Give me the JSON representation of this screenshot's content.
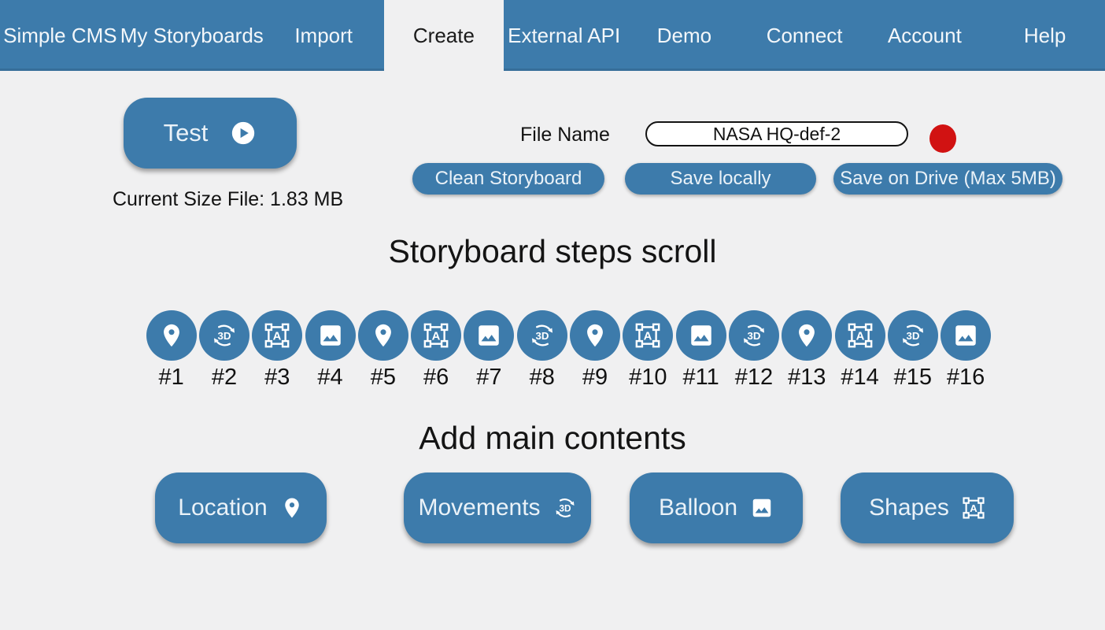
{
  "nav": {
    "items": [
      {
        "label": "Simple CMS",
        "active": false
      },
      {
        "label": "My Storyboards",
        "active": false
      },
      {
        "label": "Import",
        "active": false
      },
      {
        "label": "Create",
        "active": true
      },
      {
        "label": "External API",
        "active": false
      },
      {
        "label": "Demo",
        "active": false
      },
      {
        "label": "Connect",
        "active": false
      },
      {
        "label": "Account",
        "active": false
      },
      {
        "label": "Help",
        "active": false
      }
    ]
  },
  "toolbar": {
    "test_label": "Test",
    "test_icon": "play-circle-icon",
    "current_size_text": "Current Size File:  1.83 MB",
    "file_name_label": "File Name",
    "file_name_value": "NASA HQ-def-2",
    "status_dot": "record-status-dot",
    "actions": [
      {
        "label": "Clean Storyboard"
      },
      {
        "label": "Save locally"
      },
      {
        "label": "Save on Drive (Max 5MB)"
      }
    ]
  },
  "steps": {
    "title": "Storyboard steps scroll",
    "items": [
      {
        "label": "#1",
        "type": "location",
        "icon": "location-pin-icon"
      },
      {
        "label": "#2",
        "type": "rotation3d",
        "icon": "3d-rotation-icon"
      },
      {
        "label": "#3",
        "type": "shapes",
        "icon": "format-shapes-icon"
      },
      {
        "label": "#4",
        "type": "image",
        "icon": "image-icon"
      },
      {
        "label": "#5",
        "type": "location",
        "icon": "location-pin-icon"
      },
      {
        "label": "#6",
        "type": "shapes",
        "icon": "format-shapes-icon"
      },
      {
        "label": "#7",
        "type": "image",
        "icon": "image-icon"
      },
      {
        "label": "#8",
        "type": "rotation3d",
        "icon": "3d-rotation-icon"
      },
      {
        "label": "#9",
        "type": "location",
        "icon": "location-pin-icon"
      },
      {
        "label": "#10",
        "type": "shapes",
        "icon": "format-shapes-icon"
      },
      {
        "label": "#11",
        "type": "image",
        "icon": "image-icon"
      },
      {
        "label": "#12",
        "type": "rotation3d",
        "icon": "3d-rotation-icon"
      },
      {
        "label": "#13",
        "type": "location",
        "icon": "location-pin-icon"
      },
      {
        "label": "#14",
        "type": "shapes",
        "icon": "format-shapes-icon"
      },
      {
        "label": "#15",
        "type": "rotation3d",
        "icon": "3d-rotation-icon"
      },
      {
        "label": "#16",
        "type": "image",
        "icon": "image-icon"
      }
    ]
  },
  "contents": {
    "title": "Add main contents",
    "buttons": [
      {
        "label": "Location",
        "type": "location",
        "icon": "location-pin-icon"
      },
      {
        "label": "Movements",
        "type": "rotation3d",
        "icon": "3d-rotation-icon"
      },
      {
        "label": "Balloon",
        "type": "image",
        "icon": "image-icon"
      },
      {
        "label": "Shapes",
        "type": "shapes",
        "icon": "format-shapes-icon"
      }
    ]
  },
  "colors": {
    "accent_blue": "#3d7bab",
    "background": "#f0f0f1",
    "status_red": "#d11212"
  }
}
